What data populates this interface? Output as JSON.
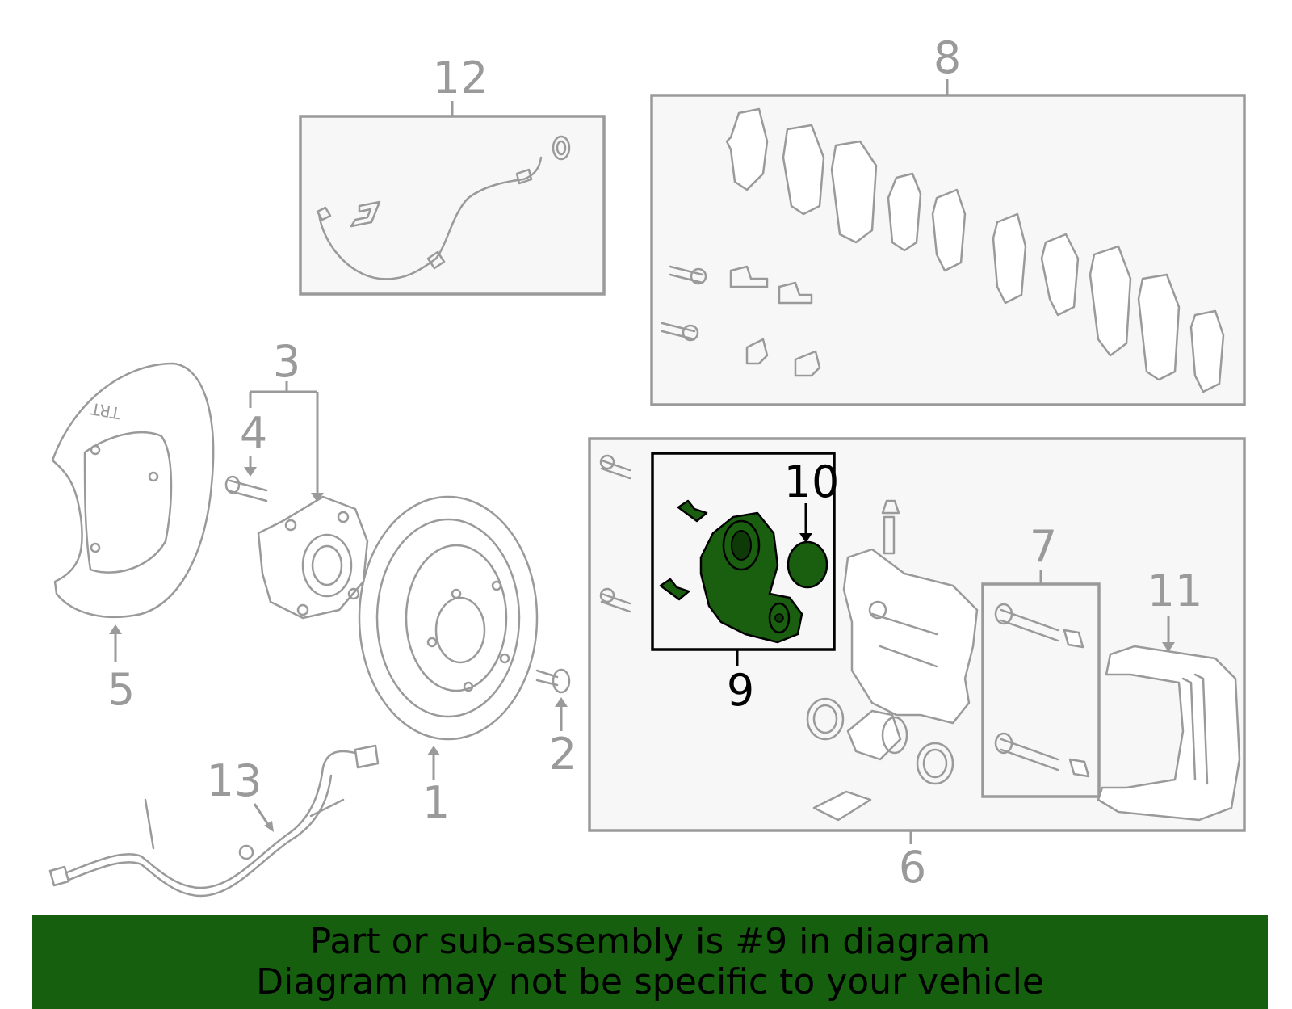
{
  "callouts": {
    "c1": "1",
    "c2": "2",
    "c3": "3",
    "c4": "4",
    "c5": "5",
    "c6": "6",
    "c7": "7",
    "c8": "8",
    "c9": "9",
    "c10": "10",
    "c11": "11",
    "c12": "12",
    "c13": "13"
  },
  "highlighted_part": "9",
  "colors": {
    "banner_background": "#155f0e",
    "highlight_fill": "#1a5e10",
    "line_art": "#9a9a9a",
    "box_fill": "#f7f7f7"
  },
  "banner": {
    "line1": "Part or sub-assembly is #9 in diagram",
    "line2": "Diagram may not be specific to your vehicle"
  }
}
